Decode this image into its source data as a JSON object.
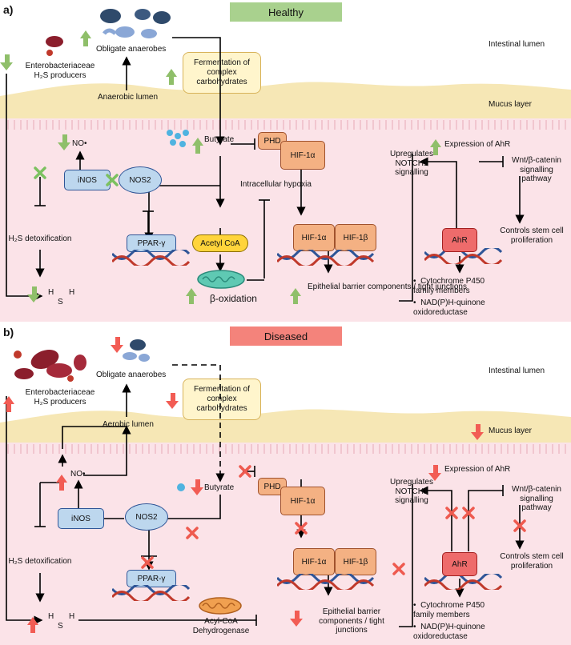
{
  "panel_a": {
    "label": "a)",
    "banner": "Healthy",
    "banner_color": "#a9d18e",
    "zone_intestinal_lumen": "Intestinal lumen",
    "zone_mucus_layer": "Mucus layer",
    "obligate_anaerobes": "Obligate anaerobes",
    "enterobacteriaceae": "Enterobacteriaceae",
    "h2s_producers": "H₂S producers",
    "anaerobic_lumen": "Anaerobic lumen",
    "fermentation": "Fermentation of complex carbohydrates",
    "butyrate": "Butyrate",
    "phd": "PHD",
    "hif1a": "HIF-1α",
    "hif1a_dimer": "HIF-1α",
    "hif1b": "HIF-1β",
    "intracellular_hypoxia": "Intracellular hypoxia",
    "no_radical": "NO•",
    "inos": "iNOS",
    "nos2": "NOS2",
    "pparg": "PPAR-γ",
    "acetyl_coa": "Acetyl CoA",
    "h2s_detox": "H₂S detoxification",
    "beta_oxidation": "β-oxidation",
    "epithelial_barrier": "Epithelial barrier components / tight junctions",
    "expression_ahr": "Expression of AhR",
    "upregulates_notch": "Upregulates NOTCH1 signalling",
    "wnt": "Wnt/β-catenin signalling pathway",
    "controls_stem": "Controls stem cell proliferation",
    "ahr": "AhR",
    "bullet1": "Cytochrome P450 family members",
    "bullet2": "NAD(P)H-quinone oxidoreductase"
  },
  "panel_b": {
    "label": "b)",
    "banner": "Diseased",
    "banner_color": "#f4837b",
    "zone_intestinal_lumen": "Intestinal lumen",
    "zone_mucus_layer": "Mucus layer",
    "obligate_anaerobes": "Obligate anaerobes",
    "enterobacteriaceae": "Enterobacteriaceae",
    "h2s_producers": "H₂S producers",
    "aerobic_lumen": "Aerobic lumen",
    "fermentation": "Fermentation of complex carbohydrates",
    "butyrate": "Butyrate",
    "phd": "PHD",
    "hif1a": "HIF-1α",
    "hif1a_dimer": "HIF-1α",
    "hif1b": "HIF-1β",
    "no_radical": "NO•",
    "inos": "iNOS",
    "nos2": "NOS2",
    "pparg": "PPAR-γ",
    "h2s_detox": "H₂S detoxification",
    "acyl_coa": "Acyl-CoA Dehydrogenase",
    "epithelial_barrier": "Epithelial barrier components / tight junctions",
    "expression_ahr": "Expression of AhR",
    "upregulates_notch": "Upregulates NOTCH1 signalling",
    "wnt": "Wnt/β-catenin signalling pathway",
    "controls_stem": "Controls stem cell proliferation",
    "ahr": "AhR",
    "bullet1": "Cytochrome P450 family members",
    "bullet2": "NAD(P)H-quinone oxidoreductase"
  },
  "h2s_molecule": {
    "h": "H",
    "s": "S"
  },
  "colors": {
    "up_arrow": "#8fbf6a",
    "down_arrow": "#f25c54",
    "tissue": "#fbe3e8",
    "mucus": "#f6e7b5",
    "cross_green": "#7cc160",
    "cross_red": "#ee5a4f"
  }
}
